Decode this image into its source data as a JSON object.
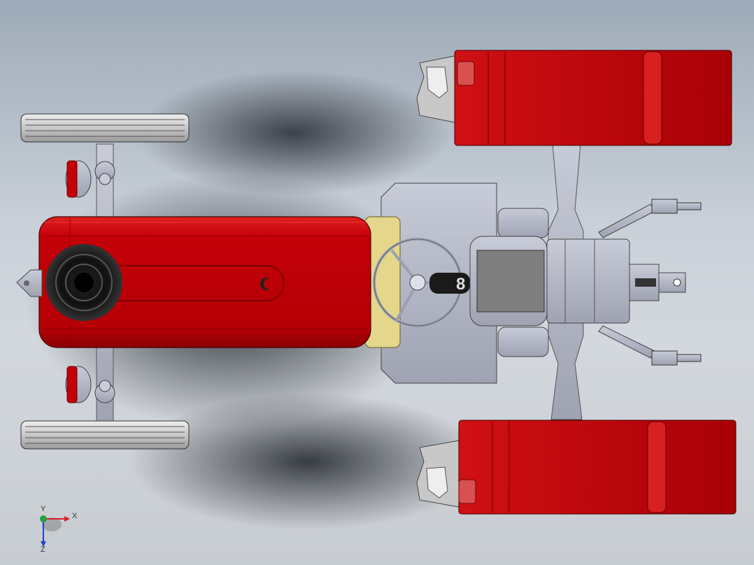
{
  "viewport": {
    "background": "#c9d0d8",
    "model": {
      "name": "tractor-top-view",
      "body_color": "#c40008",
      "dark_red": "#9a0006",
      "gray": "#b4b8c6",
      "tan": "#e4d68a",
      "badge_text": "8"
    }
  },
  "triad": {
    "x_label": "X",
    "y_label": "Y",
    "z_label": "Z",
    "x_color": "#d8202a",
    "y_color": "#20a040",
    "z_color": "#2040d0"
  }
}
